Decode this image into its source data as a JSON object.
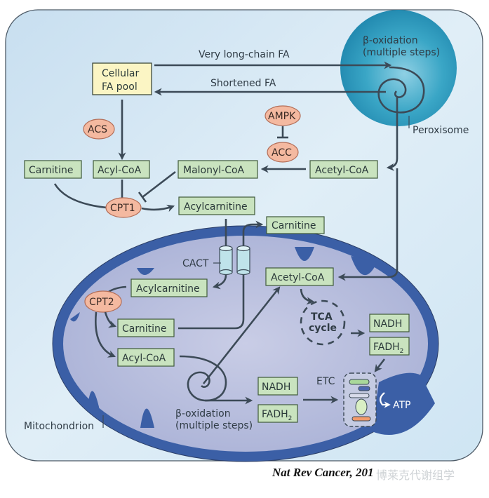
{
  "figure": {
    "caption": "Nat Rev Cancer, 201",
    "watermark": "博莱克代谢组学"
  },
  "compartments": {
    "peroxisome": {
      "label": "Peroxisome",
      "process": [
        "β-oxidation",
        "(multiple steps)"
      ]
    },
    "mitochondrion": {
      "label": "Mitochondrion",
      "process": [
        "β-oxidation",
        "(multiple steps)"
      ]
    }
  },
  "cytosol": {
    "fa_pool": [
      "Cellular",
      "FA pool"
    ],
    "very_long_chain_fa": "Very long-chain FA",
    "shortened_fa": "Shortened FA",
    "carnitine": "Carnitine",
    "acyl_coa": "Acyl-CoA",
    "malonyl_coa": "Malonyl-CoA",
    "acetyl_coa": "Acetyl-CoA",
    "acylcarnitine": "Acylcarnitine",
    "carnitine_out": "Carnitine"
  },
  "enzymes": {
    "acs": "ACS",
    "ampk": "AMPK",
    "acc": "ACC",
    "cpt1": "CPT1",
    "cpt2": "CPT2",
    "cact": "CACT"
  },
  "matrix": {
    "acylcarnitine": "Acylcarnitine",
    "carnitine": "Carnitine",
    "acyl_coa": "Acyl-CoA",
    "acetyl_coa": "Acetyl-CoA",
    "tca": [
      "TCA",
      "cycle"
    ],
    "nadh_tca": "NADH",
    "fadh_tca": "FADH",
    "nadh_beta": "NADH",
    "fadh_beta": "FADH",
    "subscript": "2",
    "etc": "ETC",
    "atp": "ATP"
  },
  "colors": {
    "cell_bg": "#d3e6f2",
    "peroxisome": "#2a9bbd",
    "mito_outer": "#3b5fa6",
    "mito_inner": "#b7bedd",
    "metabolite_box": "#c9e3bf",
    "fa_pool_box": "#fbf5c4",
    "enzyme": "#f4b9a0",
    "arrow": "#3c4a57"
  }
}
